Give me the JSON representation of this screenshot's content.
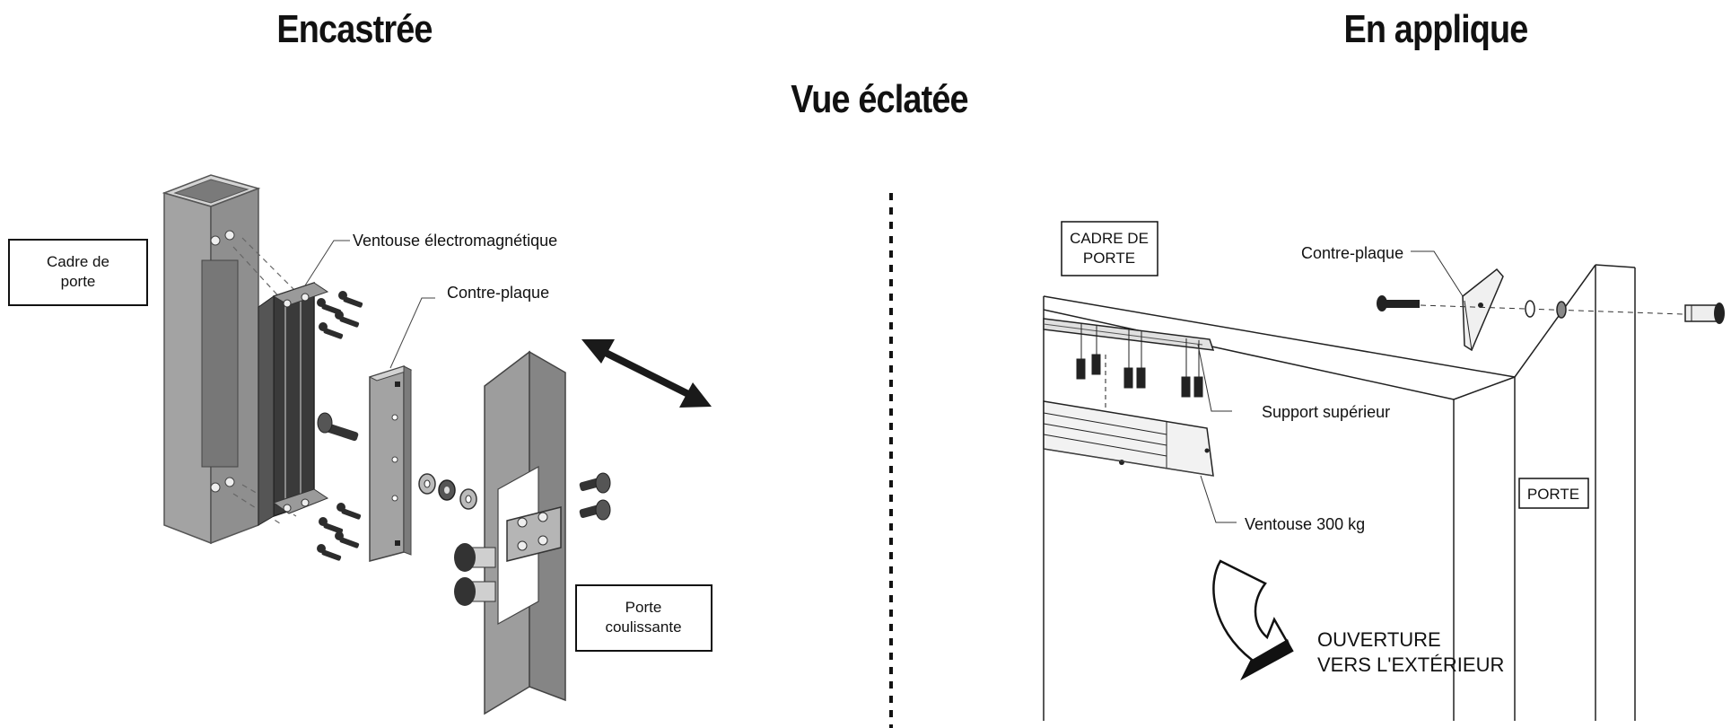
{
  "headings": {
    "left": "Encastrée",
    "right": "En applique",
    "center": "Vue éclatée"
  },
  "left_diagram": {
    "frame_box": [
      "Cadre de",
      "porte"
    ],
    "maglock_label": "Ventouse électromagnétique",
    "plate_label": "Contre-plaque",
    "door_box": [
      "Porte",
      "coulissante"
    ],
    "arrow_icon": "double-arrow-icon"
  },
  "right_diagram": {
    "frame_box": [
      "CADRE DE",
      "PORTE"
    ],
    "plate_label": "Contre-plaque",
    "bracket_label": "Support supérieur",
    "maglock_label": "Ventouse 300 kg",
    "door_box": "PORTE",
    "opening_label": [
      "OUVERTURE",
      "VERS L'EXTÉRIEUR"
    ],
    "arrow_icon": "curved-arrow-icon"
  },
  "colors": {
    "metal": "#9a9a9a",
    "metal_dark": "#6e6e6e",
    "metal_light": "#c4c4c4",
    "magnet": "#3c3c3c"
  }
}
